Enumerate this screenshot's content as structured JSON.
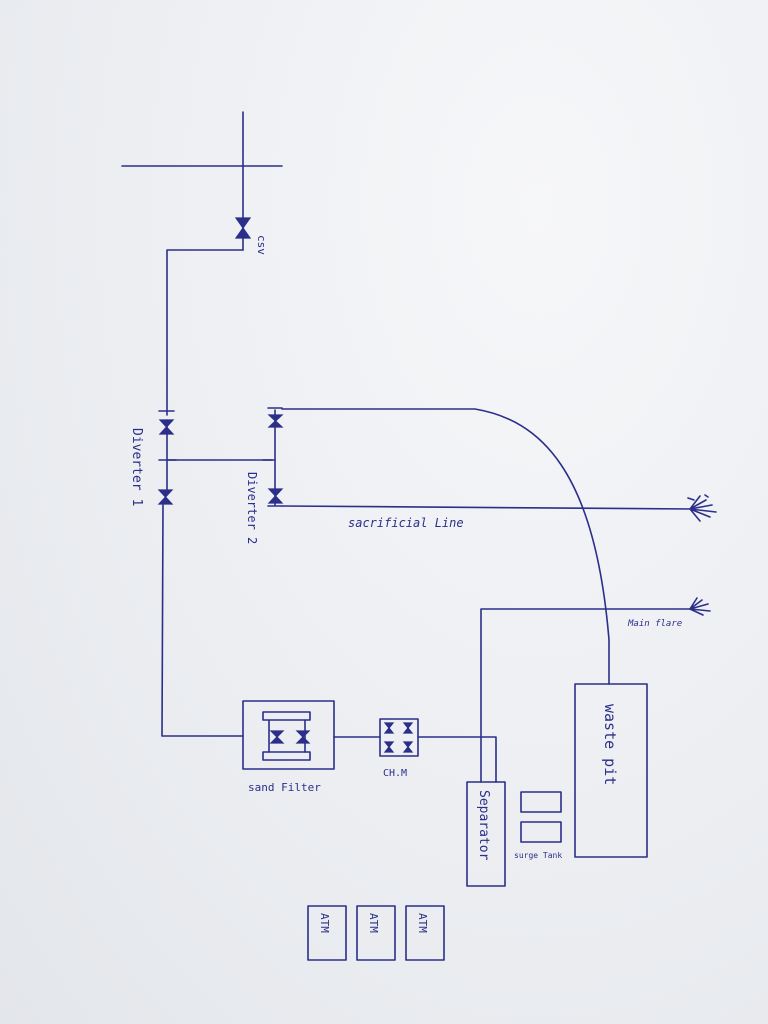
{
  "labels": {
    "csv": "csv",
    "diverter_1": "Diverter 1",
    "diverter_2": "Diverter 2",
    "sacrificial_line": "sacrificial Line",
    "main_flare": "Main flare",
    "waste_pit": "waste pit",
    "sand_filter": "sand Filter",
    "chm": "CH.M",
    "separator": "Separator",
    "surge_tank": "surge Tank",
    "atm_1": "ATM",
    "atm_2": "ATM",
    "atm_3": "ATM"
  },
  "colors": {
    "ink": "#2b2f8a",
    "paper": "#eceef2"
  }
}
